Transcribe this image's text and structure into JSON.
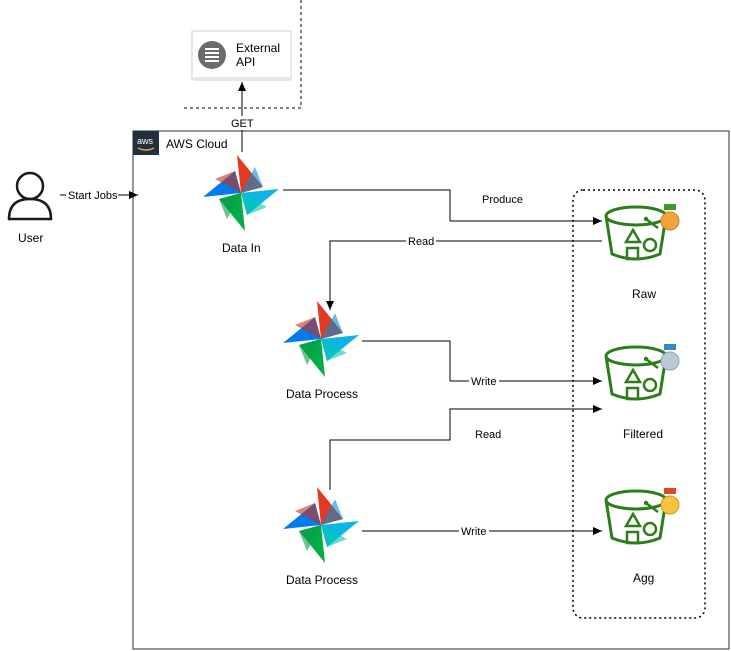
{
  "external_api": {
    "label_line1": "External",
    "label_line2": "API"
  },
  "aws_cloud": {
    "badge": "aws",
    "label": "AWS Cloud"
  },
  "user": {
    "label": "User"
  },
  "nodes": {
    "data_in": "Data In",
    "data_process_1": "Data Process",
    "data_process_2": "Data Process"
  },
  "buckets": {
    "raw": "Raw",
    "filtered": "Filtered",
    "agg": "Agg"
  },
  "edges": {
    "get": "GET",
    "start_jobs": "Start Jobs",
    "produce": "Produce",
    "read_1": "Read",
    "write_1": "Write",
    "read_2": "Read",
    "write_2": "Write"
  },
  "colors": {
    "bucket_green": "#2E7D1C",
    "aws_dark": "#232F3E",
    "raw_badge": "#F2A33A",
    "filtered_badge": "#B9C9D6",
    "agg_badge": "#F5C242",
    "pinwheel_red": "#E43921",
    "pinwheel_blue": "#0CB6E4",
    "pinwheel_green": "#00AD46",
    "pinwheel_navy": "#017CEE"
  }
}
